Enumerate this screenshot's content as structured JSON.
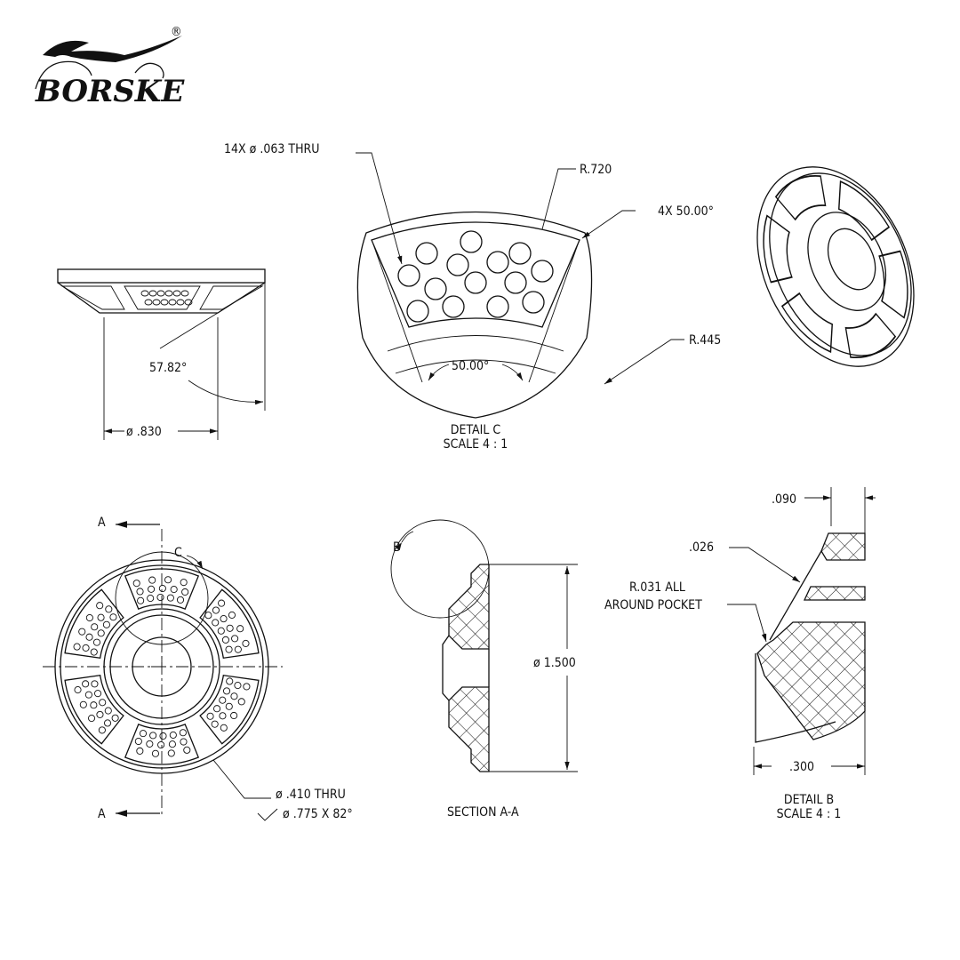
{
  "logo": {
    "brand": "BORSKE",
    "registered_mark": "®"
  },
  "side_view": {
    "angle_label": "57.82°",
    "diameter_label": "ø .830"
  },
  "detail_c": {
    "holes_note": "14X ø .063  THRU",
    "outer_radius_label": "R.720",
    "angle_note": "4X 50.00°",
    "inner_radius_label": "R.445",
    "sector_angle_label": "50.00°",
    "title": "DETAIL C",
    "scale": "SCALE 4 : 1"
  },
  "front_view": {
    "section_marker_top": "A",
    "section_marker_bottom": "A",
    "detail_marker": "C",
    "hole_note_line1": "ø .410 THRU",
    "hole_note_line2": "ø .775  X 82°"
  },
  "section_aa": {
    "detail_marker": "B",
    "diameter_label": "ø 1.500",
    "title": "SECTION A-A"
  },
  "detail_b": {
    "width_top_label": ".090",
    "chamfer_label": ".026",
    "radius_note_line1": "R.031   ALL",
    "radius_note_line2": "AROUND POCKET",
    "width_bottom_label": ".300",
    "title": "DETAIL B",
    "scale": "SCALE 4 : 1"
  },
  "pocket_count": 6
}
